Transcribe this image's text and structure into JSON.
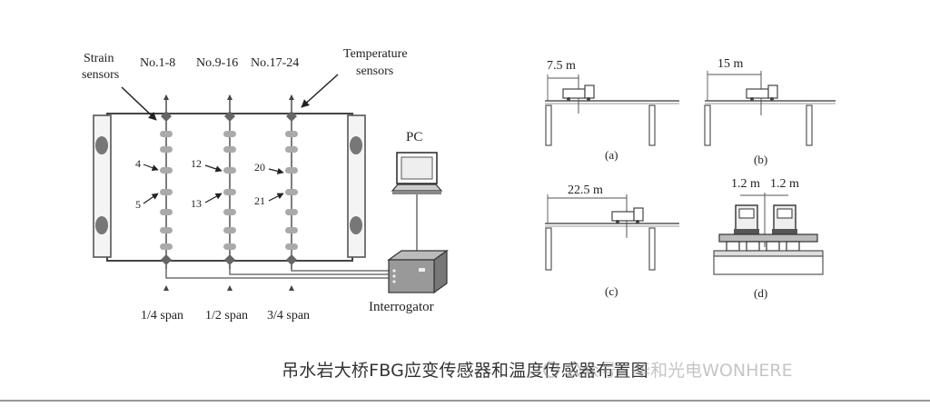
{
  "left_diagram": {
    "strain_label": [
      "Strain",
      "sensors"
    ],
    "temperature_label": [
      "Temperature",
      "sensors"
    ],
    "groups": [
      "No.1-8",
      "No.9-16",
      "No.17-24"
    ],
    "sensor_numbers": {
      "col1": [
        "4",
        "5"
      ],
      "col2": [
        "12",
        "13"
      ],
      "col3": [
        "20",
        "21"
      ]
    },
    "spans": [
      "1/4 span",
      "1/2 span",
      "3/4 span"
    ],
    "pc_label": "PC",
    "interrogator_label": "Interrogator"
  },
  "load_cases": [
    {
      "distance": "7.5 m",
      "tag": "(a)"
    },
    {
      "distance": "15 m",
      "tag": "(b)"
    },
    {
      "distance": "22.5 m",
      "tag": "(c)"
    },
    {
      "distance_left": "1.2 m",
      "distance_right": "1.2 m",
      "tag": "(d)"
    }
  ],
  "caption": "吊水岩大桥FBG应变传感器和温度传感器布置图",
  "watermark": "公众号 · 华和光电WONHERE"
}
